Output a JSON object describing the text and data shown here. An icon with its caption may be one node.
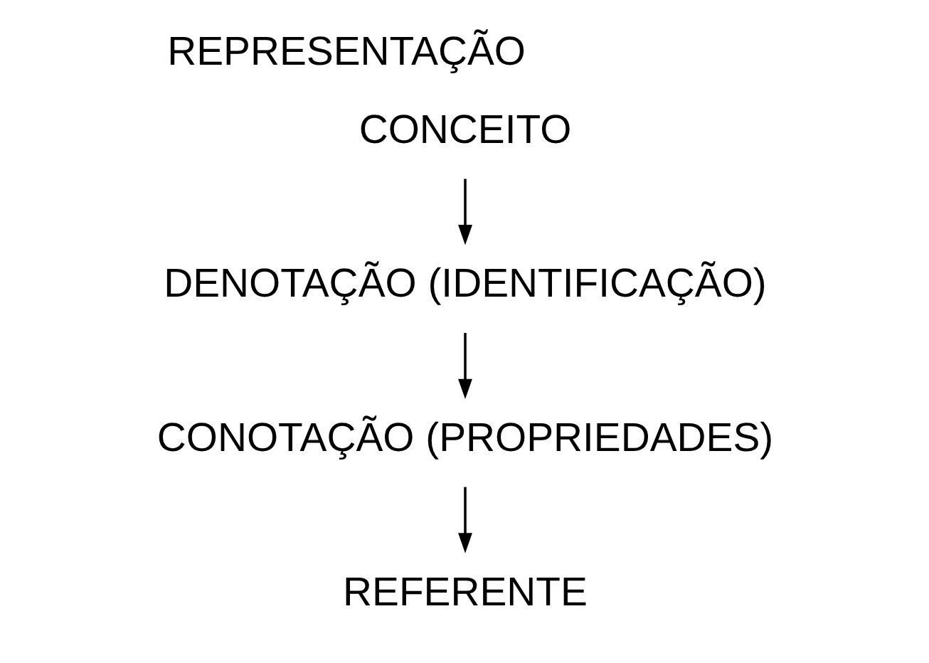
{
  "diagram": {
    "title": "REPRESENTAÇÃO",
    "nodes": [
      {
        "text": [
          "CONCEITO"
        ]
      },
      {
        "text": [
          "DENOTAÇÃO (IDENTIFICAÇÃO)"
        ]
      },
      {
        "text": [
          "CONOTAÇÃO (PROPRIEDADES)"
        ]
      },
      {
        "text": [
          "REFERENTE"
        ]
      }
    ],
    "edges": [
      {
        "from": 0,
        "to": 1,
        "arrow": "to"
      },
      {
        "from": 1,
        "to": 2,
        "arrow": "to"
      },
      {
        "from": 2,
        "to": 3,
        "arrow": "to"
      }
    ]
  }
}
